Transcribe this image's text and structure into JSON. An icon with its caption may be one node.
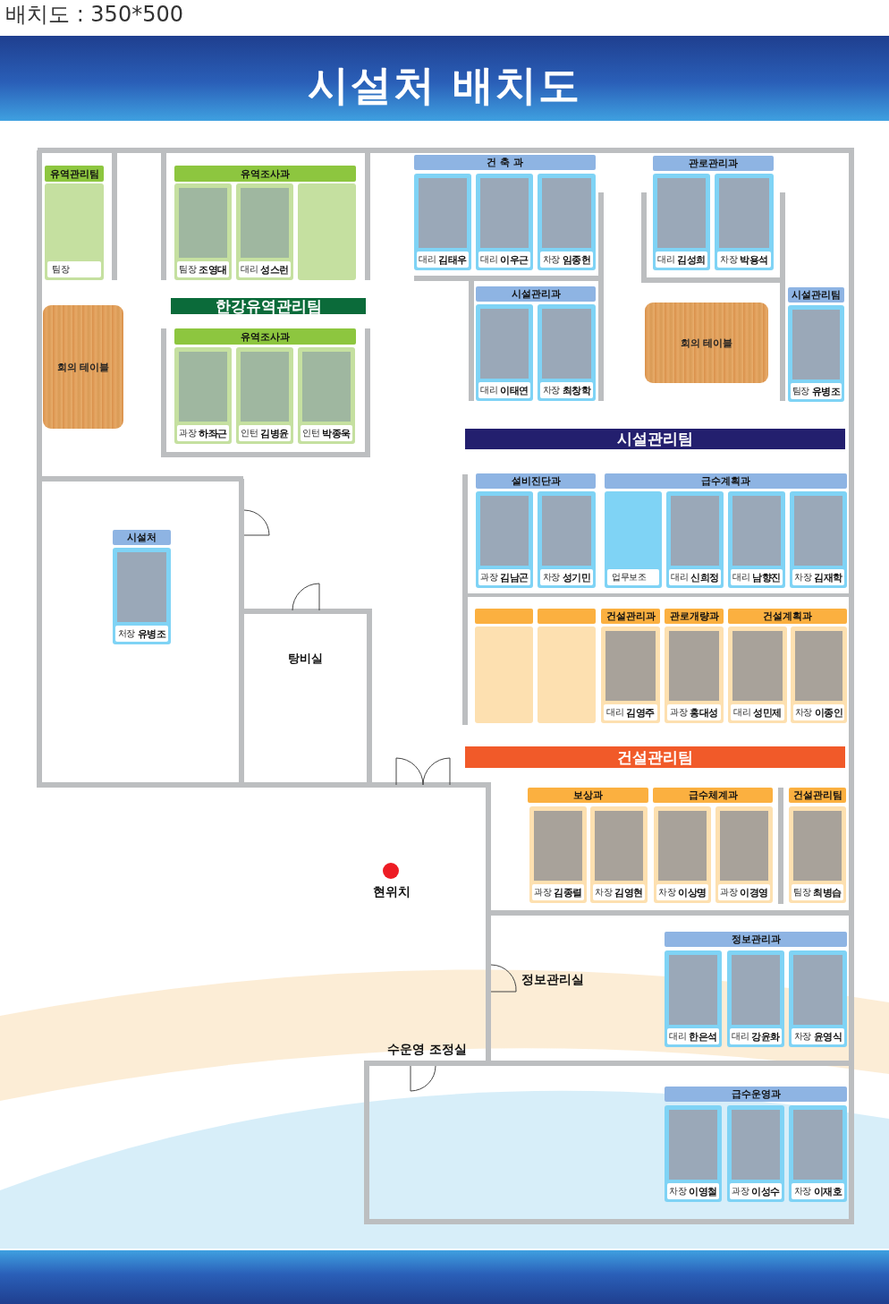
{
  "diagram": {
    "title": "시설처 배치도",
    "nodes": [
      {
        "text": [
          "유역관리팀"
        ]
      },
      {
        "text": [
          "팀장"
        ]
      },
      {
        "text": [
          "유역조사과"
        ]
      },
      {
        "text": [
          "팀장",
          "조영대"
        ]
      },
      {
        "text": [
          "대리",
          "성스런"
        ]
      },
      {
        "text": [],
        "shape": "box"
      },
      {
        "text": [
          "회의 테이블"
        ]
      },
      {
        "text": [
          "한강유역관리팀"
        ]
      },
      {
        "text": [
          "유역조사과"
        ]
      },
      {
        "text": [
          "과장",
          "하좌근"
        ]
      },
      {
        "text": [
          "인턴",
          "김병윤"
        ]
      },
      {
        "text": [
          "인턴",
          "박종욱"
        ]
      },
      {
        "text": [
          "건 축 과"
        ]
      },
      {
        "text": [
          "대리",
          "김태우"
        ]
      },
      {
        "text": [
          "대리",
          "이우근"
        ]
      },
      {
        "text": [
          "차장",
          "임종헌"
        ]
      },
      {
        "text": [
          "관로관리과"
        ]
      },
      {
        "text": [
          "대리",
          "김성희"
        ]
      },
      {
        "text": [
          "차장",
          "박용석"
        ]
      },
      {
        "text": [
          "시설관리과"
        ]
      },
      {
        "text": [
          "대리",
          "이태연"
        ]
      },
      {
        "text": [
          "차장",
          "최창학"
        ]
      },
      {
        "text": [
          "회의 테이블"
        ]
      },
      {
        "text": [
          "시설관리팀"
        ]
      },
      {
        "text": [
          "팀장",
          "유병조"
        ]
      },
      {
        "text": [
          "시설관리팀"
        ]
      },
      {
        "text": [
          "설비진단과"
        ]
      },
      {
        "text": [
          "과장",
          "김남곤"
        ]
      },
      {
        "text": [
          "차장",
          "성기민"
        ]
      },
      {
        "text": [
          "급수계획과"
        ]
      },
      {
        "text": [
          "업무보조"
        ]
      },
      {
        "text": [
          "대리",
          "신희정"
        ]
      },
      {
        "text": [
          "대리",
          "남향진"
        ]
      },
      {
        "text": [
          "차장",
          "김재학"
        ]
      },
      {
        "text": [],
        "shape": "bar"
      },
      {
        "text": [],
        "shape": "bar"
      },
      {
        "text": [
          "건설관리과"
        ]
      },
      {
        "text": [
          "관로개량과"
        ]
      },
      {
        "text": [
          "건설계획과"
        ]
      },
      {
        "text": [],
        "shape": "box"
      },
      {
        "text": [],
        "shape": "box"
      },
      {
        "text": [
          "대리",
          "김영주"
        ]
      },
      {
        "text": [
          "과장",
          "홍대성"
        ]
      },
      {
        "text": [
          "대리",
          "성민제"
        ]
      },
      {
        "text": [
          "차장",
          "이종인"
        ]
      },
      {
        "text": [
          "건설관리팀"
        ]
      },
      {
        "text": [
          "시설처"
        ]
      },
      {
        "text": [
          "처장",
          "유병조"
        ]
      },
      {
        "text": [
          "보상과"
        ]
      },
      {
        "text": [
          "과장",
          "김종렬"
        ]
      },
      {
        "text": [
          "차장",
          "김영현"
        ]
      },
      {
        "text": [
          "급수체계과"
        ]
      },
      {
        "text": [
          "차장",
          "이상명"
        ]
      },
      {
        "text": [
          "과장",
          "이경영"
        ]
      },
      {
        "text": [
          "건설관리팀"
        ]
      },
      {
        "text": [
          "팀장",
          "최병습"
        ]
      },
      {
        "text": [
          "정보관리과"
        ]
      },
      {
        "text": [
          "대리",
          "한은석"
        ]
      },
      {
        "text": [
          "대리",
          "강윤화"
        ]
      },
      {
        "text": [
          "차장",
          "윤영식"
        ]
      },
      {
        "text": [
          "급수운영과"
        ]
      },
      {
        "text": [
          "차장",
          "이영철"
        ]
      },
      {
        "text": [
          "과장",
          "이성수"
        ]
      },
      {
        "text": [
          "차장",
          "이재호"
        ]
      }
    ],
    "labels": [
      "배치도 : 350*500",
      "탕비실",
      "현위치",
      "정보관리실",
      "수운영 조정실"
    ]
  }
}
